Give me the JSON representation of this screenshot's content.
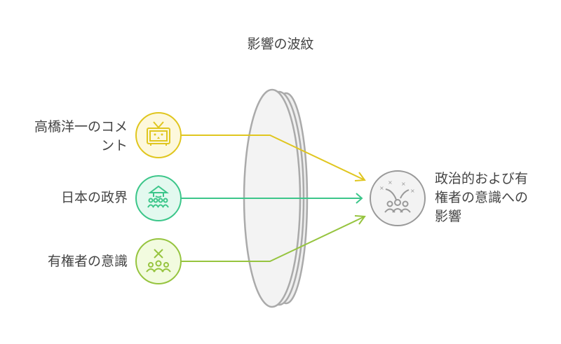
{
  "title": "影響の波紋",
  "inputs": [
    {
      "label_line1": "高橋洋一のコメ",
      "label_line2": "ント",
      "icon": "tv-icon",
      "color": "#e0c61f",
      "fill": "#fdf8dc"
    },
    {
      "label": "日本の政界",
      "icon": "government-people-icon",
      "color": "#3cc68a",
      "fill": "#e3f9ef"
    },
    {
      "label": "有権者の意識",
      "icon": "voters-icon",
      "color": "#96c43f",
      "fill": "#f2fbdf"
    }
  ],
  "output": {
    "line1": "政治的および有",
    "line2": "権者の意識への",
    "line3": "影響",
    "icon": "impact-people-icon",
    "color": "#999999"
  }
}
